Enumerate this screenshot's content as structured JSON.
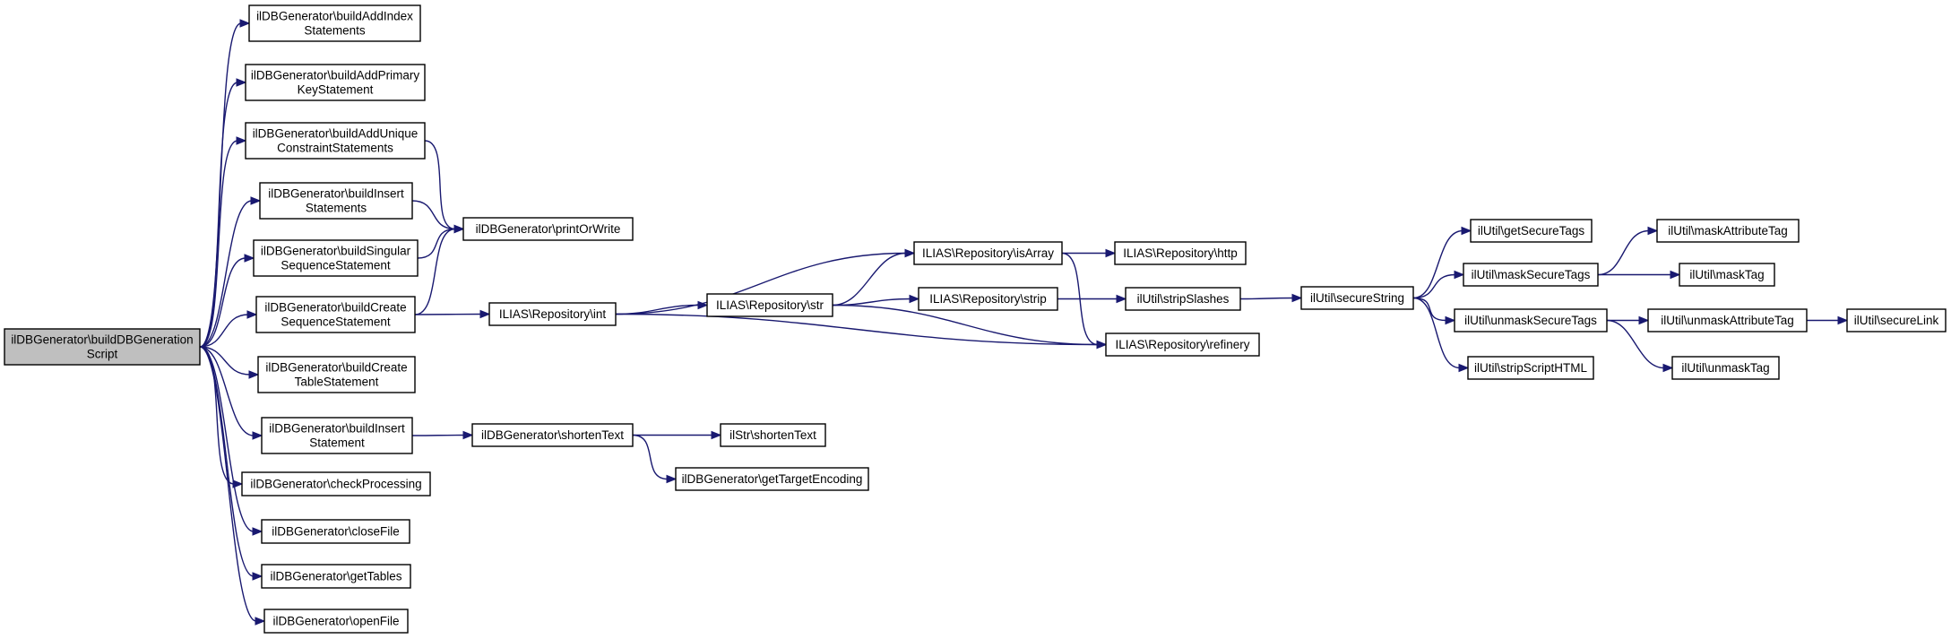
{
  "graph": {
    "edge_color": "#191970",
    "root_fill": "#bfbfbf",
    "nodes": [
      {
        "id": "root",
        "lines": [
          "ilDBGenerator\\buildDBGeneration",
          "Script"
        ],
        "root": true
      },
      {
        "id": "addIndex",
        "lines": [
          "ilDBGenerator\\buildAddIndex",
          "Statements"
        ]
      },
      {
        "id": "addPrimary",
        "lines": [
          "ilDBGenerator\\buildAddPrimary",
          "KeyStatement"
        ]
      },
      {
        "id": "addUnique",
        "lines": [
          "ilDBGenerator\\buildAddUnique",
          "ConstraintStatements"
        ]
      },
      {
        "id": "insertStmts",
        "lines": [
          "ilDBGenerator\\buildInsert",
          "Statements"
        ]
      },
      {
        "id": "singularSeq",
        "lines": [
          "ilDBGenerator\\buildSingular",
          "SequenceStatement"
        ]
      },
      {
        "id": "createSeq",
        "lines": [
          "ilDBGenerator\\buildCreate",
          "SequenceStatement"
        ]
      },
      {
        "id": "createTable",
        "lines": [
          "ilDBGenerator\\buildCreate",
          "TableStatement"
        ]
      },
      {
        "id": "insertStmt",
        "lines": [
          "ilDBGenerator\\buildInsert",
          "Statement"
        ]
      },
      {
        "id": "checkProc",
        "lines": [
          "ilDBGenerator\\checkProcessing"
        ]
      },
      {
        "id": "closeFile",
        "lines": [
          "ilDBGenerator\\closeFile"
        ]
      },
      {
        "id": "getTables",
        "lines": [
          "ilDBGenerator\\getTables"
        ]
      },
      {
        "id": "openFile",
        "lines": [
          "ilDBGenerator\\openFile"
        ]
      },
      {
        "id": "printOrWrite",
        "lines": [
          "ilDBGenerator\\printOrWrite"
        ]
      },
      {
        "id": "int",
        "lines": [
          "ILIAS\\Repository\\int"
        ]
      },
      {
        "id": "shortenText",
        "lines": [
          "ilDBGenerator\\shortenText"
        ]
      },
      {
        "id": "strShorten",
        "lines": [
          "ilStr\\shortenText"
        ]
      },
      {
        "id": "targetEnc",
        "lines": [
          "ilDBGenerator\\getTargetEncoding"
        ]
      },
      {
        "id": "str",
        "lines": [
          "ILIAS\\Repository\\str"
        ]
      },
      {
        "id": "isArray",
        "lines": [
          "ILIAS\\Repository\\isArray"
        ]
      },
      {
        "id": "strip",
        "lines": [
          "ILIAS\\Repository\\strip"
        ]
      },
      {
        "id": "refinery",
        "lines": [
          "ILIAS\\Repository\\refinery"
        ]
      },
      {
        "id": "http",
        "lines": [
          "ILIAS\\Repository\\http"
        ]
      },
      {
        "id": "stripSlashes",
        "lines": [
          "ilUtil\\stripSlashes"
        ]
      },
      {
        "id": "secureString",
        "lines": [
          "ilUtil\\secureString"
        ]
      },
      {
        "id": "getSecureTags",
        "lines": [
          "ilUtil\\getSecureTags"
        ]
      },
      {
        "id": "maskSecure",
        "lines": [
          "ilUtil\\maskSecureTags"
        ]
      },
      {
        "id": "unmaskSecure",
        "lines": [
          "ilUtil\\unmaskSecureTags"
        ]
      },
      {
        "id": "stripScript",
        "lines": [
          "ilUtil\\stripScriptHTML"
        ]
      },
      {
        "id": "maskAttr",
        "lines": [
          "ilUtil\\maskAttributeTag"
        ]
      },
      {
        "id": "maskTag",
        "lines": [
          "ilUtil\\maskTag"
        ]
      },
      {
        "id": "unmaskAttr",
        "lines": [
          "ilUtil\\unmaskAttributeTag"
        ]
      },
      {
        "id": "unmaskTag",
        "lines": [
          "ilUtil\\unmaskTag"
        ]
      },
      {
        "id": "secureLink",
        "lines": [
          "ilUtil\\secureLink"
        ]
      }
    ],
    "edges": [
      {
        "from": "root",
        "to": "addIndex"
      },
      {
        "from": "root",
        "to": "addPrimary"
      },
      {
        "from": "root",
        "to": "addUnique"
      },
      {
        "from": "root",
        "to": "insertStmts"
      },
      {
        "from": "root",
        "to": "singularSeq"
      },
      {
        "from": "root",
        "to": "createSeq"
      },
      {
        "from": "root",
        "to": "createTable"
      },
      {
        "from": "root",
        "to": "insertStmt"
      },
      {
        "from": "root",
        "to": "checkProc"
      },
      {
        "from": "root",
        "to": "closeFile"
      },
      {
        "from": "root",
        "to": "getTables"
      },
      {
        "from": "root",
        "to": "openFile"
      },
      {
        "from": "addUnique",
        "to": "printOrWrite"
      },
      {
        "from": "insertStmts",
        "to": "printOrWrite"
      },
      {
        "from": "singularSeq",
        "to": "printOrWrite"
      },
      {
        "from": "createSeq",
        "to": "printOrWrite"
      },
      {
        "from": "createSeq",
        "to": "int"
      },
      {
        "from": "insertStmt",
        "to": "shortenText"
      },
      {
        "from": "shortenText",
        "to": "strShorten"
      },
      {
        "from": "shortenText",
        "to": "targetEnc"
      },
      {
        "from": "int",
        "to": "isArray"
      },
      {
        "from": "int",
        "to": "str"
      },
      {
        "from": "int",
        "to": "refinery"
      },
      {
        "from": "str",
        "to": "isArray"
      },
      {
        "from": "str",
        "to": "strip"
      },
      {
        "from": "str",
        "to": "refinery"
      },
      {
        "from": "isArray",
        "to": "http"
      },
      {
        "from": "isArray",
        "to": "refinery"
      },
      {
        "from": "strip",
        "to": "stripSlashes"
      },
      {
        "from": "stripSlashes",
        "to": "secureString"
      },
      {
        "from": "secureString",
        "to": "getSecureTags"
      },
      {
        "from": "secureString",
        "to": "maskSecure"
      },
      {
        "from": "secureString",
        "to": "unmaskSecure"
      },
      {
        "from": "secureString",
        "to": "stripScript"
      },
      {
        "from": "maskSecure",
        "to": "maskAttr"
      },
      {
        "from": "maskSecure",
        "to": "maskTag"
      },
      {
        "from": "unmaskSecure",
        "to": "unmaskAttr"
      },
      {
        "from": "unmaskSecure",
        "to": "unmaskTag"
      },
      {
        "from": "unmaskAttr",
        "to": "secureLink"
      }
    ]
  }
}
